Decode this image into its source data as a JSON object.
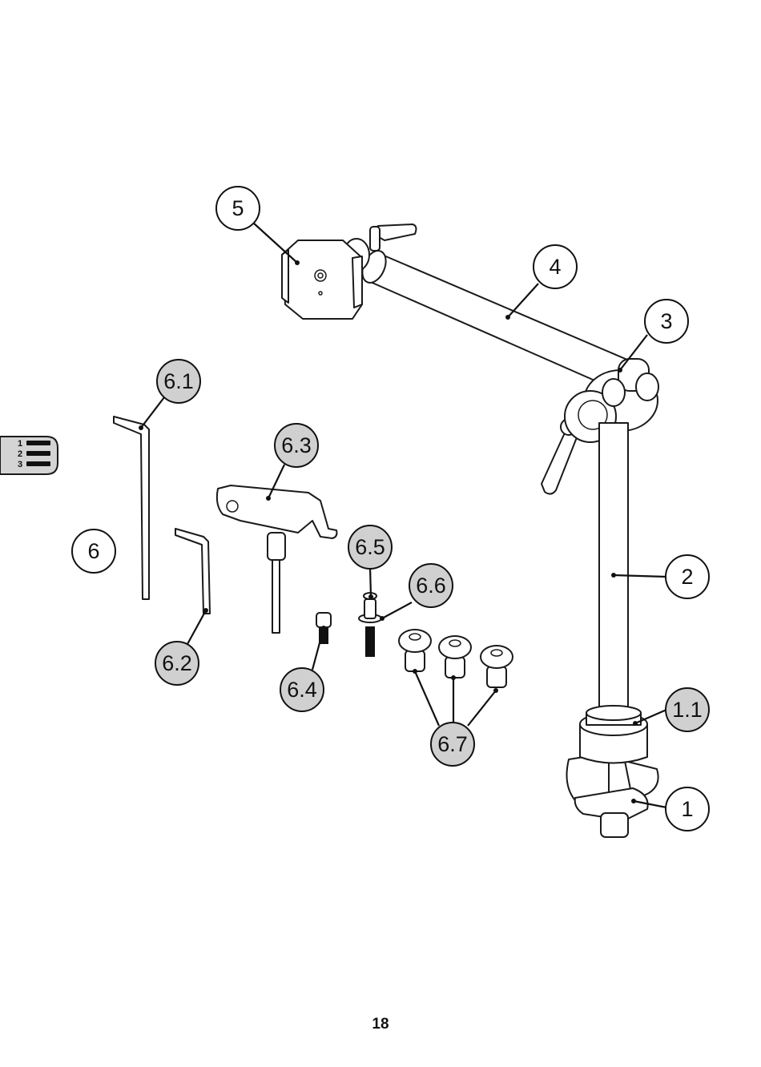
{
  "page_number": "18",
  "toc_icon": {
    "icon": "numbered-list-icon",
    "lines": [
      "1",
      "2",
      "3"
    ],
    "background": "#d4d4d4"
  },
  "callout_colors": {
    "main_part": "#ffffff",
    "accessory": "#d0d0d0"
  },
  "callouts": [
    {
      "id": "c5",
      "label": "5",
      "kind": "main"
    },
    {
      "id": "c4",
      "label": "4",
      "kind": "main"
    },
    {
      "id": "c3",
      "label": "3",
      "kind": "main"
    },
    {
      "id": "c2",
      "label": "2",
      "kind": "main"
    },
    {
      "id": "c11",
      "label": "1.1",
      "kind": "accessory"
    },
    {
      "id": "c1",
      "label": "1",
      "kind": "main"
    },
    {
      "id": "c6",
      "label": "6",
      "kind": "main"
    },
    {
      "id": "c61",
      "label": "6.1",
      "kind": "accessory"
    },
    {
      "id": "c62",
      "label": "6.2",
      "kind": "accessory"
    },
    {
      "id": "c63",
      "label": "6.3",
      "kind": "accessory"
    },
    {
      "id": "c64",
      "label": "6.4",
      "kind": "accessory"
    },
    {
      "id": "c65",
      "label": "6.5",
      "kind": "accessory"
    },
    {
      "id": "c66",
      "label": "6.6",
      "kind": "accessory"
    },
    {
      "id": "c67",
      "label": "6.7",
      "kind": "accessory"
    }
  ]
}
